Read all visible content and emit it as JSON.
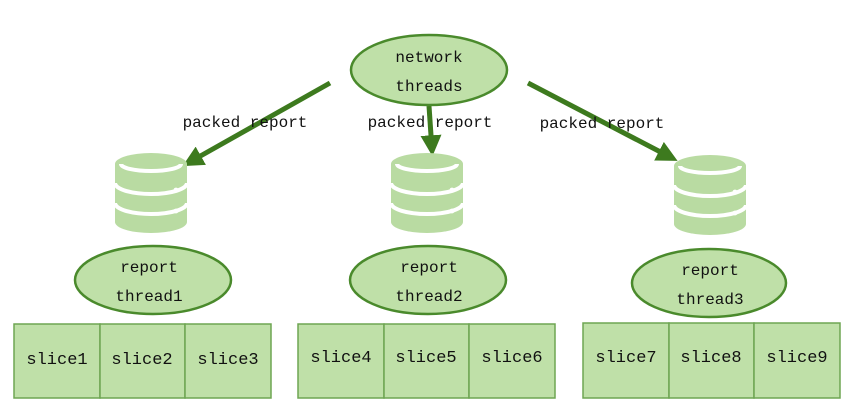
{
  "colors": {
    "node_fill": "#bfe0a8",
    "node_stroke": "#4a8a2c",
    "arrow": "#3d7a1e",
    "slice_fill": "#bfe0a8",
    "slice_stroke": "#6ea552",
    "db_icon": "#b9dba2"
  },
  "network": {
    "line1": "network",
    "line2": "threads"
  },
  "edges": [
    {
      "label": "packed report"
    },
    {
      "label": "packed report"
    },
    {
      "label": "packed report"
    }
  ],
  "groups": [
    {
      "icon": "database-icon",
      "thread": {
        "line1": "report",
        "line2": "thread1"
      },
      "slices": [
        "slice1",
        "slice2",
        "slice3"
      ]
    },
    {
      "icon": "database-icon",
      "thread": {
        "line1": "report",
        "line2": "thread2"
      },
      "slices": [
        "slice4",
        "slice5",
        "slice6"
      ]
    },
    {
      "icon": "database-icon",
      "thread": {
        "line1": "report",
        "line2": "thread3"
      },
      "slices": [
        "slice7",
        "slice8",
        "slice9"
      ]
    }
  ]
}
